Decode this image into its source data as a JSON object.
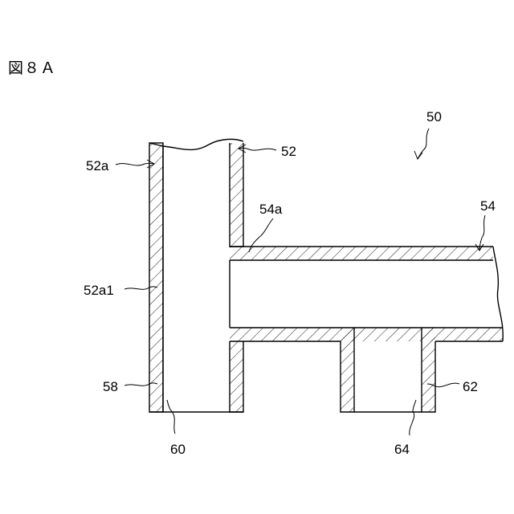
{
  "figure": {
    "title": "図８Ａ"
  },
  "labels": {
    "l50": "50",
    "l52": "52",
    "l52a": "52a",
    "l52a1": "52a1",
    "l54": "54",
    "l54a": "54a",
    "l58": "58",
    "l60": "60",
    "l62": "62",
    "l64": "64"
  }
}
